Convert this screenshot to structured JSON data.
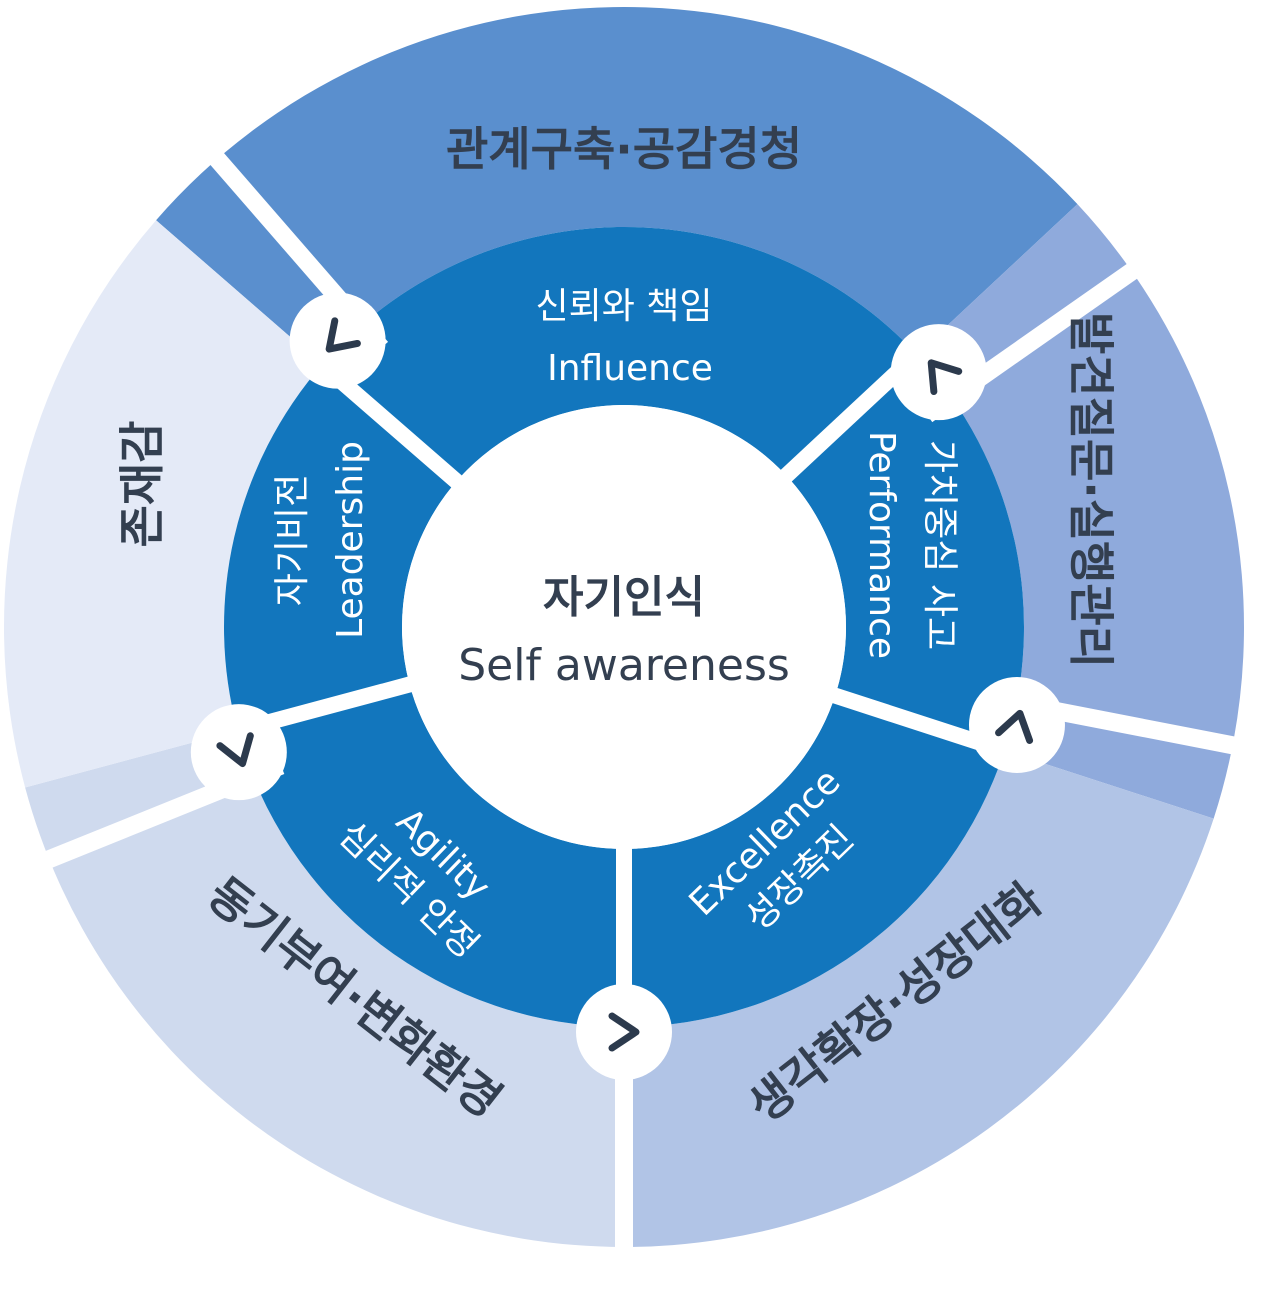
{
  "colors": {
    "outer": [
      "#5a8fce",
      "#8faadc",
      "#b1c4e6",
      "#cfdaee",
      "#e4eaf7"
    ],
    "inner": "#1276bd",
    "separator": "#ffffff",
    "center_bg": "#ffffff",
    "dark_text": "#333f50",
    "white_text": "#ffffff",
    "arrow": "#2c3a4d"
  },
  "center": {
    "title": "자기인식",
    "subtitle": "Self awareness"
  },
  "outer_segments": [
    {
      "id": "top",
      "label": "관계구축·공감경청"
    },
    {
      "id": "right",
      "label": "발견질문·실행관리"
    },
    {
      "id": "bottom-right",
      "label": "생각확장·성장대화"
    },
    {
      "id": "bottom-left",
      "label": "동기부여·변화환경"
    },
    {
      "id": "left",
      "label": "존재감"
    }
  ],
  "inner_segments": [
    {
      "id": "top",
      "korean": "신뢰와 책임",
      "english": "Influence"
    },
    {
      "id": "right",
      "korean": "가치중심 사고",
      "english": "Performance"
    },
    {
      "id": "bottom-right",
      "korean": "성장촉진",
      "english": "Excellence"
    },
    {
      "id": "bottom-left",
      "korean": "심리적 안정",
      "english": "Agility"
    },
    {
      "id": "left",
      "korean": "자기비전",
      "english": "Leadership"
    }
  ],
  "arrow_icons": [
    "chevron-icon",
    "chevron-icon",
    "chevron-icon",
    "chevron-icon",
    "chevron-icon"
  ]
}
